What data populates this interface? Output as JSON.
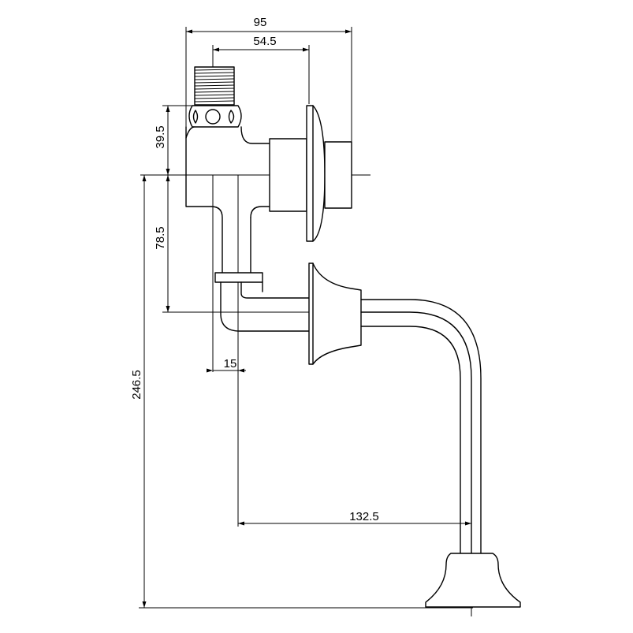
{
  "dimensions": {
    "width_total": "95",
    "width_inner": "54.5",
    "height_top": "39.5",
    "height_mid": "78.5",
    "height_total": "246.5",
    "offset_small": "15",
    "reach": "132.5"
  }
}
